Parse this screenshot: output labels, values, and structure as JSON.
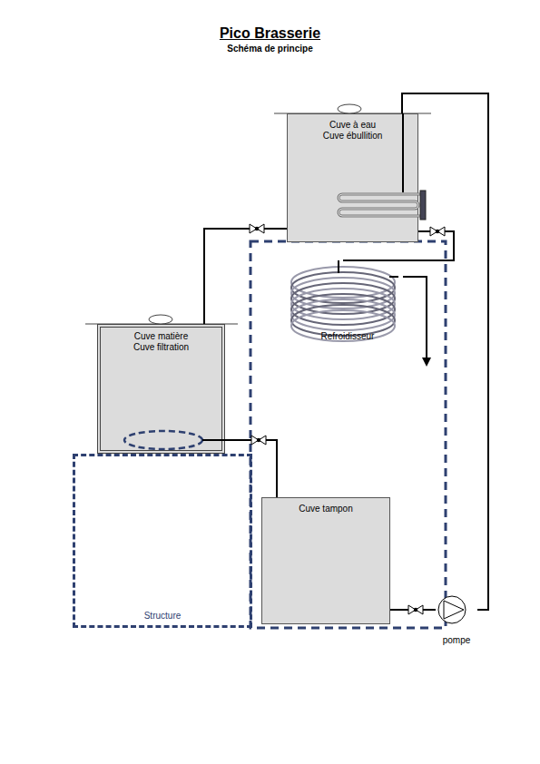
{
  "diagram": {
    "title": "Pico Brasserie",
    "nodes": [
      {
        "text": [
          "Cuve à eau",
          "Cuve ébullition"
        ]
      },
      {
        "text": [
          "Refroidisseur"
        ]
      },
      {
        "text": [
          "Cuve matière",
          "Cuve filtration"
        ]
      },
      {
        "text": [
          "Cuve tampon"
        ]
      },
      {
        "text": [
          "Structure"
        ]
      },
      {
        "text": [
          "pompe"
        ]
      }
    ],
    "edges": [
      {
        "from": 0,
        "to": 1,
        "arrow": "none"
      },
      {
        "from": 0,
        "to": 2,
        "arrow": "none"
      },
      {
        "from": 2,
        "to": 3,
        "arrow": "none"
      },
      {
        "from": 3,
        "to": 5,
        "arrow": "none"
      },
      {
        "from": 5,
        "to": 0,
        "arrow": "none"
      }
    ],
    "labels": [
      "Schéma de principe"
    ]
  }
}
